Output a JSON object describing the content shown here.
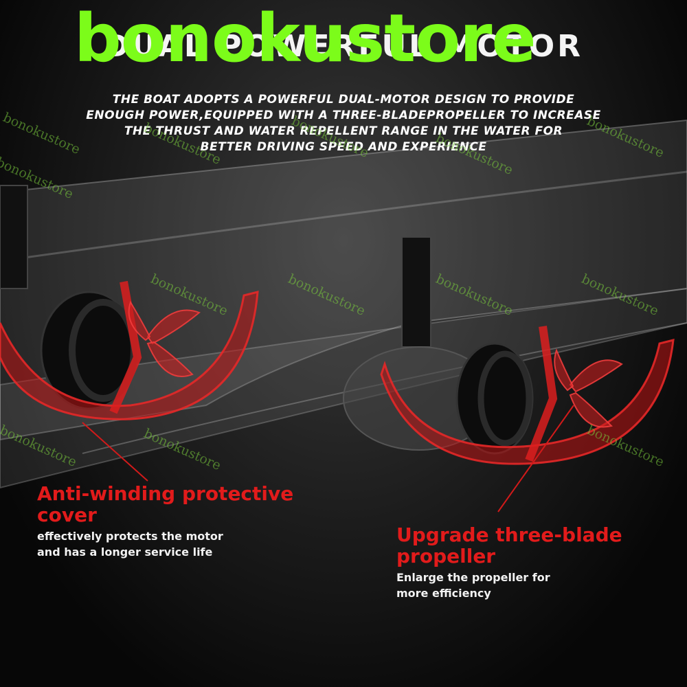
{
  "watermark": {
    "main": "bonokustore",
    "small": "bonokustore"
  },
  "title": "DUAL POWERFUL MOTOR",
  "description": [
    "THE BOAT ADOPTS A POWERFUL DUAL-MOTOR DESIGN TO PROVIDE",
    "ENOUGH POWER,EQUIPPED WITH A THREE-BLADEPROPELLER TO INCREASE",
    "THE THRUST AND WATER REPELLENT RANGE IN THE WATER FOR",
    "BETTER DRIVING SPEED AND EXPERIENCE"
  ],
  "callouts": {
    "left": {
      "title": [
        "Anti-winding protective",
        "cover"
      ],
      "subtitle": [
        "effectively protects the motor",
        "and has a longer service life"
      ]
    },
    "right": {
      "title": [
        "Upgrade three-blade",
        "propeller"
      ],
      "subtitle": [
        "Enlarge the propeller for",
        "more efficiency"
      ]
    }
  },
  "colors": {
    "accent_red": "#e21b1b",
    "watermark_green": "#7CFC1A",
    "background": "#050505"
  }
}
